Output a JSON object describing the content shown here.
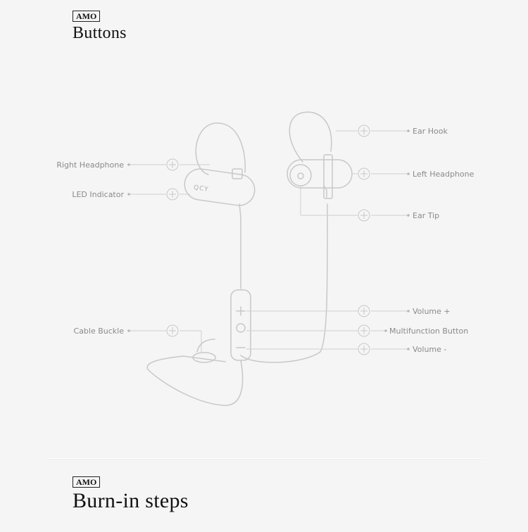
{
  "sections": {
    "buttons": {
      "tag": "AMO",
      "title": "Buttons"
    },
    "burn_in": {
      "tag": "AMO",
      "title": "Burn-in steps"
    }
  },
  "product": {
    "logo_text": "QCY"
  },
  "labels": {
    "right_headphone": "Right Headphone",
    "led_indicator": "LED Indicator",
    "cable_buckle": "Cable Buckle",
    "ear_hook": "Ear Hook",
    "left_headphone": "Left Headphone",
    "ear_tip": "Ear Tip",
    "volume_plus": "Volume +",
    "multifunction_button": "Multifunction Button",
    "volume_minus": "Volume -"
  },
  "colors": {
    "background": "#f5f5f5",
    "line_art": "#c8c8c8",
    "label_text": "#8a8a8a"
  }
}
